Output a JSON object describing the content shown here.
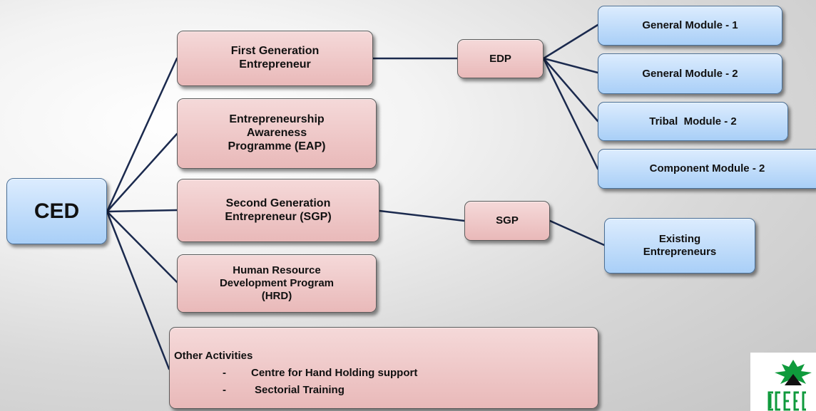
{
  "root": {
    "label": "CED"
  },
  "level1": [
    {
      "id": "first-gen",
      "lines": [
        "First Generation",
        "Entrepreneur"
      ]
    },
    {
      "id": "eap",
      "lines": [
        "Entrepreneurship",
        "Awareness",
        "Programme (EAP)"
      ]
    },
    {
      "id": "second-gen",
      "lines": [
        "Second Generation",
        "Entrepreneur (SGP)"
      ]
    },
    {
      "id": "hrd",
      "lines": [
        "Human Resource",
        "Development Program",
        "(HRD)"
      ]
    }
  ],
  "other_activities": {
    "title": "Other Activities",
    "items": [
      "Centre for Hand Holding support",
      "Sectorial Training"
    ],
    "bullet": "-"
  },
  "edp": {
    "label": "EDP"
  },
  "modules": [
    "General Module - 1",
    "General Module - 2",
    "Tribal  Module - 2",
    "Component Module - 2"
  ],
  "sgp": {
    "label": "SGP"
  },
  "existing": {
    "lines": [
      "Existing",
      "Entrepreneurs"
    ]
  },
  "colors": {
    "pink_box": "#e9b9b9",
    "blue_box": "#a9cff7",
    "connector": "#1b2a4e",
    "logo_green": "#0f9a3c",
    "logo_black": "#111111"
  }
}
